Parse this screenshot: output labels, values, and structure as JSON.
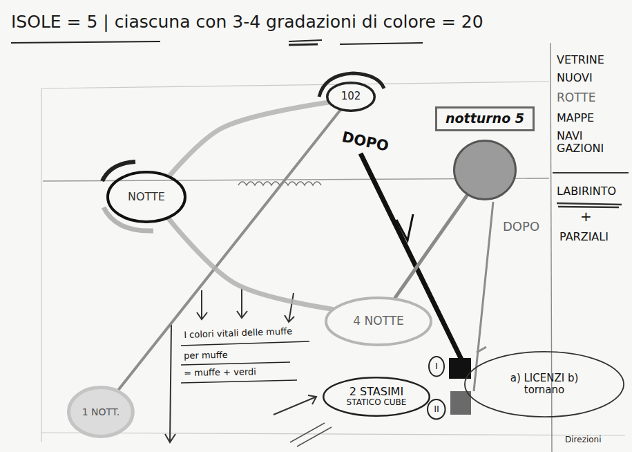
{
  "diagram": {
    "title": "ISOLE = 5 | ciascuna con 3-4 gradazioni di colore = 20",
    "nodes": [
      {
        "text": [
          "102"
        ]
      },
      {
        "text": [
          "NOTTE"
        ]
      },
      {
        "text": [
          "notturno 5"
        ]
      },
      {
        "text": [
          "4 NOTTE"
        ]
      },
      {
        "text": [
          "1 NOTT."
        ]
      },
      {
        "text": [
          "2 STASIMI",
          "STATICO CUBE"
        ]
      },
      {
        "text": [
          "I"
        ]
      },
      {
        "text": [
          "II"
        ]
      },
      {
        "text": [
          "a) LICENZI b)",
          "tornano"
        ]
      }
    ],
    "edges": [
      {
        "from": 4,
        "to": 0,
        "arrow": "none"
      },
      {
        "from": 1,
        "to": 0,
        "arrow": "none"
      },
      {
        "from": 1,
        "to": 3,
        "arrow": "none"
      },
      {
        "from": 3,
        "to": 2,
        "arrow": "none"
      }
    ],
    "labels": [
      "DOPO",
      "DOPO",
      "I colori vitali delle muffe",
      "per muffe",
      "= muffe + verdi",
      "VETRINE",
      "NUOVI",
      "ROTTE",
      "MAPPE",
      "NAVI GAZIONI",
      "LABIRINTO",
      "+",
      "PARZIALI",
      "Direzioni"
    ]
  }
}
